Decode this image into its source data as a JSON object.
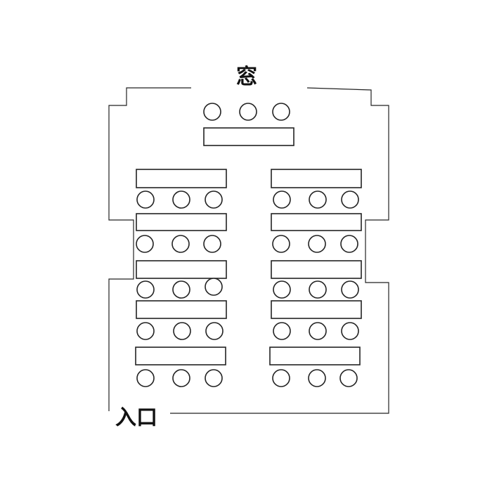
{
  "labels": {
    "window": "窓",
    "entrance": "入口"
  },
  "colors": {
    "line": "#222222",
    "background": "#ffffff"
  },
  "layout": {
    "front_seats": 3,
    "front_desks": 1,
    "columns": 2,
    "rows_per_column": 5,
    "seats_per_desk": 3
  }
}
